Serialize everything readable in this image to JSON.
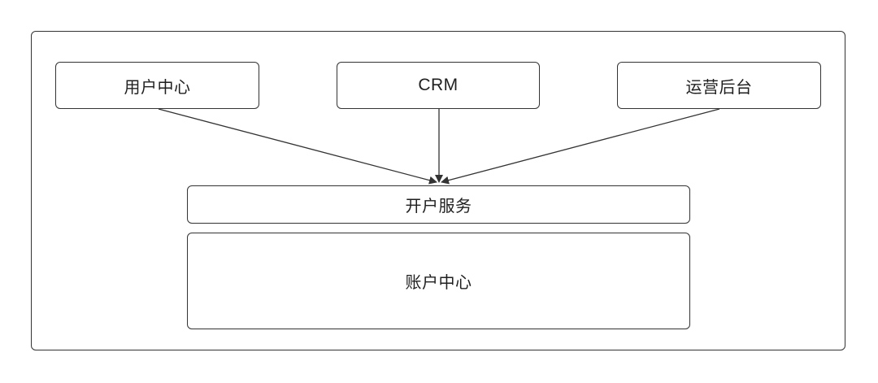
{
  "diagram": {
    "top_nodes": [
      {
        "id": "user_center",
        "label": "用户中心"
      },
      {
        "id": "crm",
        "label": "CRM"
      },
      {
        "id": "ops_backend",
        "label": "运营后台"
      }
    ],
    "service_node": {
      "label": "开户服务"
    },
    "base_node": {
      "label": "账户中心"
    },
    "edges": [
      {
        "from": "用户中心",
        "to": "开户服务"
      },
      {
        "from": "CRM",
        "to": "开户服务"
      },
      {
        "from": "运营后台",
        "to": "开户服务"
      }
    ],
    "colors": {
      "stroke": "#333333",
      "background": "#ffffff",
      "text": "#1f1f1f"
    }
  }
}
